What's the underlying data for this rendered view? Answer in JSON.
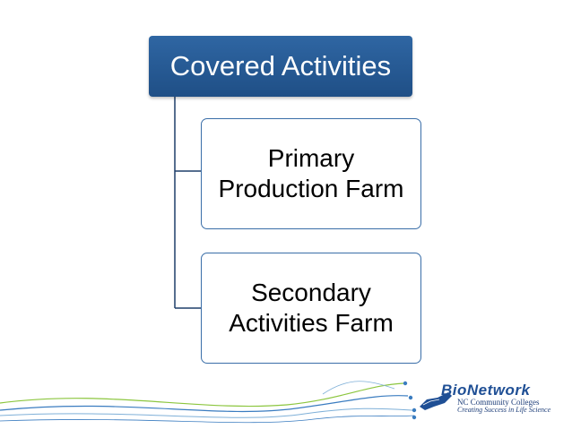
{
  "diagram": {
    "root": {
      "label": "Covered Activities"
    },
    "children": [
      {
        "line1": "Primary",
        "line2": "Production Farm"
      },
      {
        "line1": "Secondary",
        "line2": "Activities Farm"
      }
    ]
  },
  "logo": {
    "wordmark": "BioNetwork",
    "line1": "NC Community Colleges",
    "line2": "Creating Success in Life Science"
  },
  "colors": {
    "root_fill": "#2a5d9a",
    "child_border": "#3a6ea8",
    "connector": "#1f3f6a",
    "footer_lines": [
      "#3a7cc0",
      "#7fb0d8",
      "#8cc63f"
    ]
  }
}
